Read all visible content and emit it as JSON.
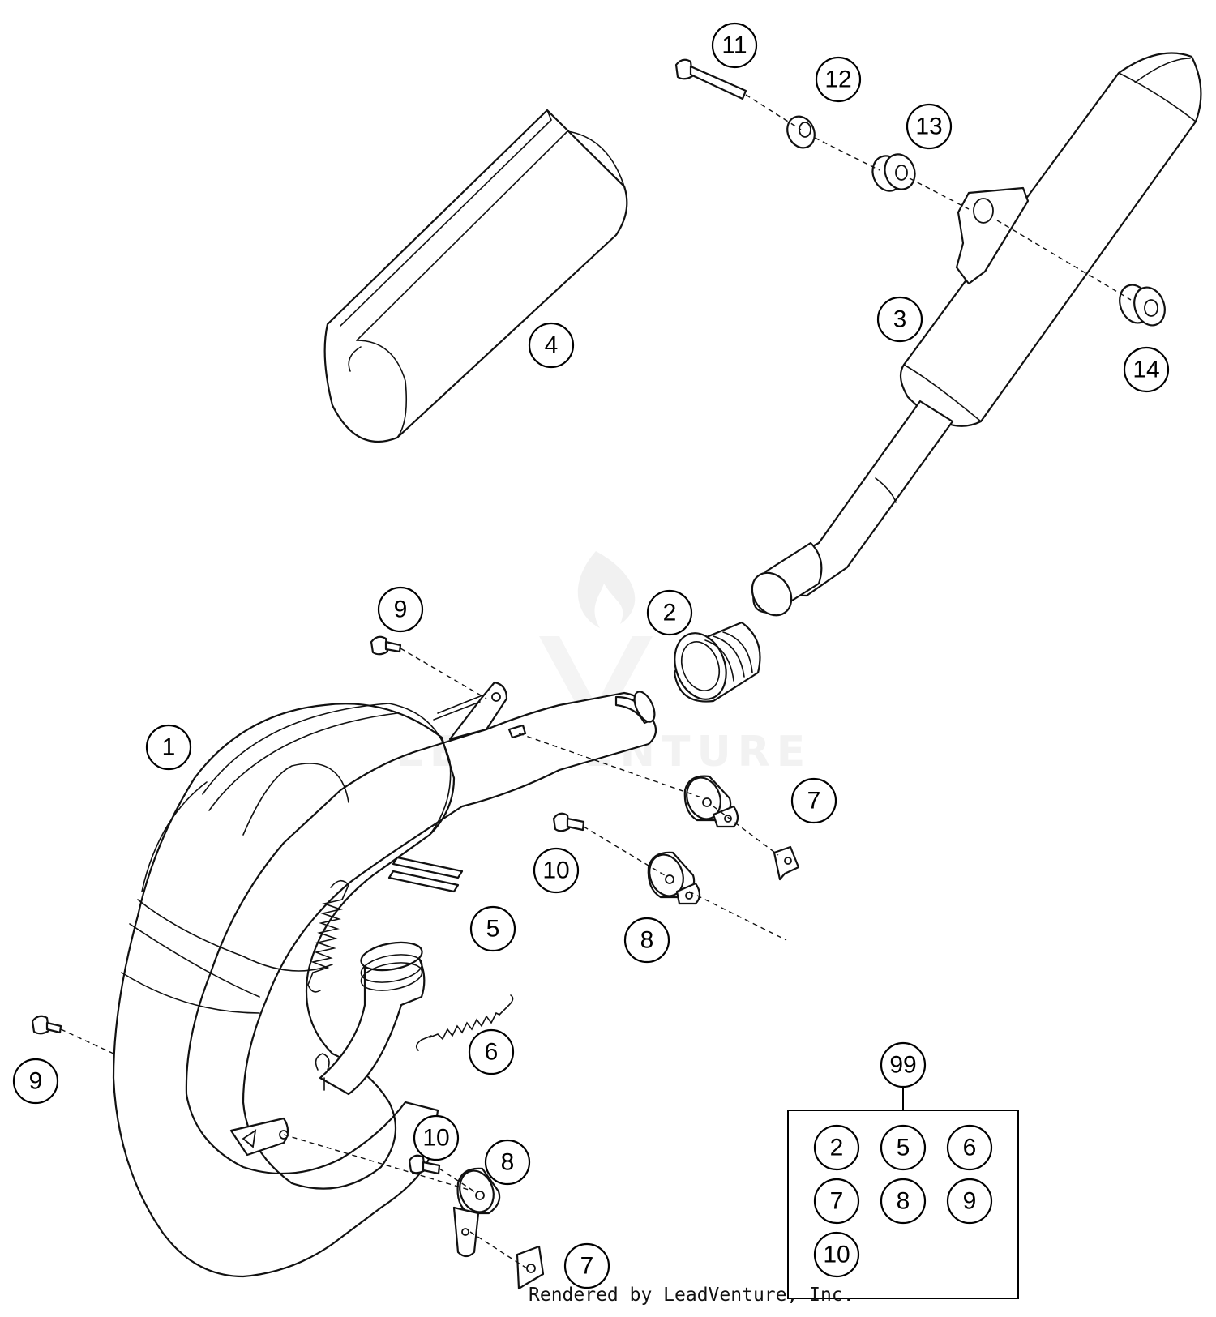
{
  "watermark": {
    "text": "LEADVENTURE"
  },
  "credit": "Rendered by LeadVenture, Inc.",
  "callouts": [
    {
      "id": "1",
      "label": "1"
    },
    {
      "id": "2",
      "label": "2"
    },
    {
      "id": "3",
      "label": "3"
    },
    {
      "id": "4",
      "label": "4"
    },
    {
      "id": "5",
      "label": "5"
    },
    {
      "id": "6",
      "label": "6"
    },
    {
      "id": "7a",
      "label": "7"
    },
    {
      "id": "7b",
      "label": "7"
    },
    {
      "id": "8a",
      "label": "8"
    },
    {
      "id": "8b",
      "label": "8"
    },
    {
      "id": "9a",
      "label": "9"
    },
    {
      "id": "9b",
      "label": "9"
    },
    {
      "id": "10a",
      "label": "10"
    },
    {
      "id": "10b",
      "label": "10"
    },
    {
      "id": "11",
      "label": "11"
    },
    {
      "id": "12",
      "label": "12"
    },
    {
      "id": "13",
      "label": "13"
    },
    {
      "id": "14",
      "label": "14"
    }
  ],
  "kit": {
    "label": "99",
    "items": [
      "2",
      "5",
      "6",
      "7",
      "8",
      "9",
      "10"
    ]
  }
}
